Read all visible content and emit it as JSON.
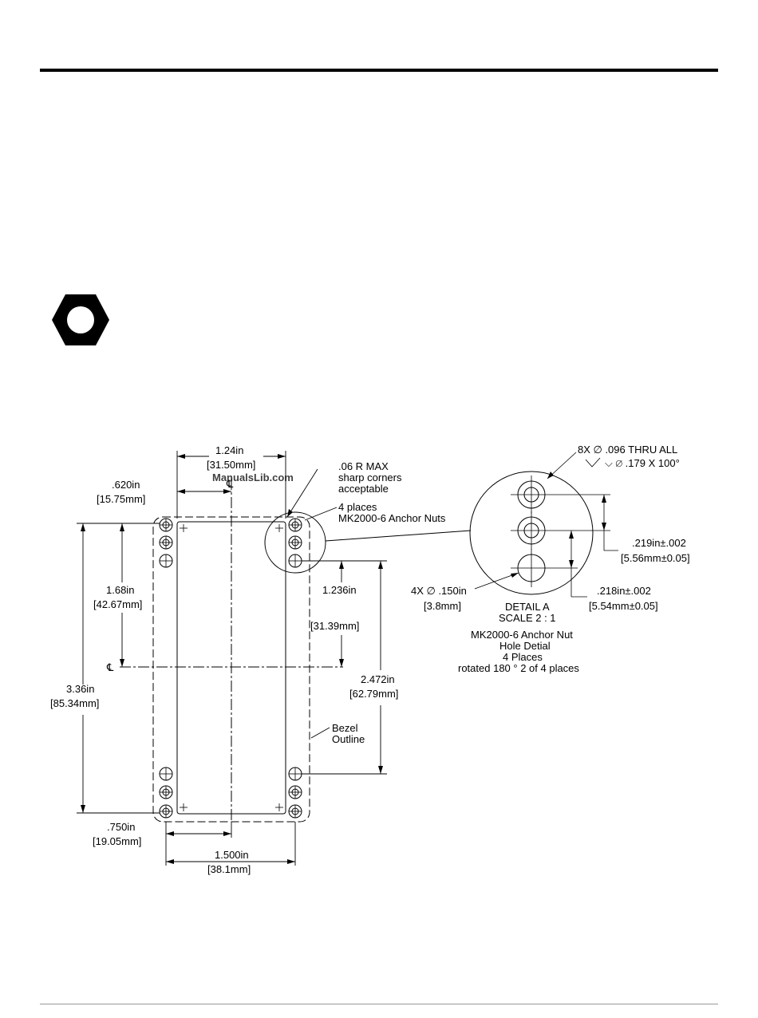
{
  "watermark": "ManualsLib.com",
  "icons": {
    "hex_nut": "hex-nut-icon"
  },
  "drawing": {
    "dim_width_top_in": "1.24in",
    "dim_width_top_mm": "[31.50mm]",
    "dim_620_in": ".620in",
    "dim_620_mm": "[15.75mm]",
    "note_radius_1": ".06 R MAX",
    "note_radius_2": "sharp corners",
    "note_radius_3": "acceptable",
    "note_places_1": "4 places",
    "note_places_2": "MK2000-6 Anchor Nuts",
    "dim_168_in": "1.68in",
    "dim_168_mm": "[42.67mm]",
    "dim_1236_in": "1.236in",
    "dim_1236_mm": "[31.39mm]",
    "dim_336_in": "3.36in",
    "dim_336_mm": "[85.34mm]",
    "dim_2472_in": "2.472in",
    "dim_2472_mm": "[62.79mm]",
    "bezel_1": "Bezel",
    "bezel_2": "Outline",
    "dim_750_in": ".750in",
    "dim_750_mm": "[19.05mm]",
    "dim_1500_in": "1.500in",
    "dim_1500_mm": "[38.1mm]",
    "centerline": "℄",
    "detail_holes_1": "8X ∅ .096 THRU ALL",
    "detail_holes_2": "⌵ ∅ .179 X 100°",
    "detail_219_in": ".219in±.002",
    "detail_219_mm": "[5.56mm±0.05]",
    "detail_218_in": ".218in±.002",
    "detail_218_mm": "[5.54mm±0.05]",
    "detail_150_in": "4X ∅ .150in",
    "detail_150_mm": "[3.8mm]",
    "detail_title": "DETAIL A",
    "detail_scale": "SCALE 2 : 1",
    "caption_1": "MK2000-6 Anchor Nut",
    "caption_2": "Hole Detial",
    "caption_3": "4 Places",
    "caption_4": "rotated 180 ° 2 of 4 places"
  }
}
